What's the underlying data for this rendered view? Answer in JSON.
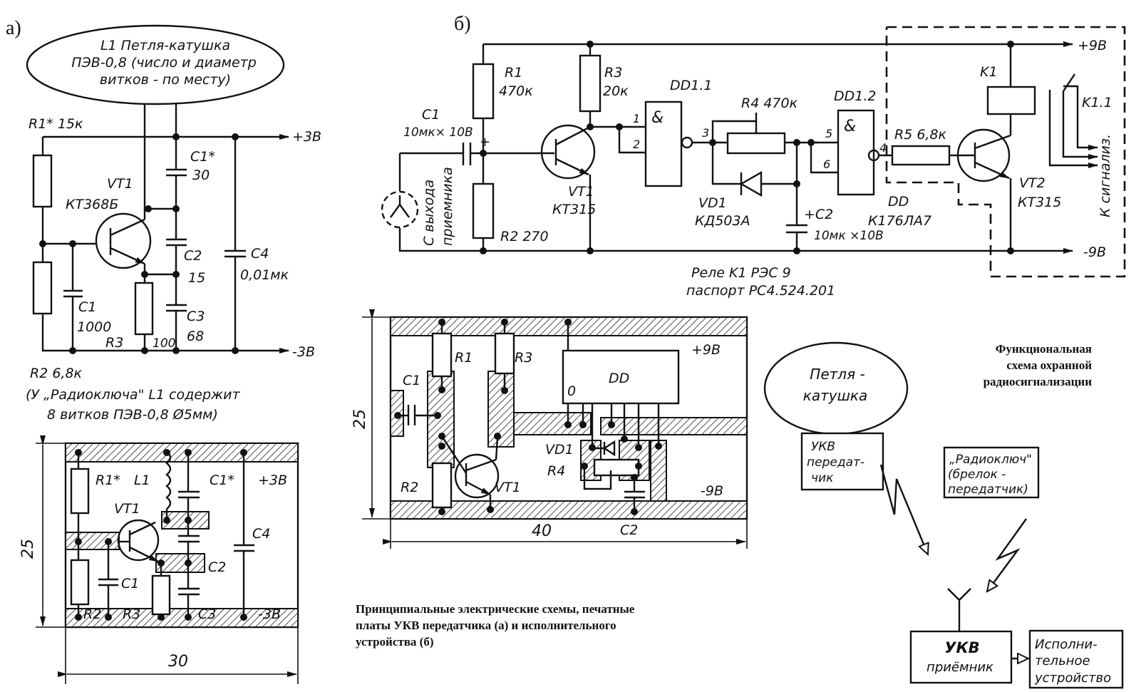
{
  "figure_a": {
    "label": "а)",
    "balloon": [
      "L1 Петля-катушка",
      "ПЭВ-0,8 (число и диаметр",
      "витков - по месту)"
    ],
    "r1": "R1* 15к",
    "vt1": [
      "VT1",
      "КТ368Б"
    ],
    "c1star": [
      "C1*",
      "30"
    ],
    "c2": [
      "C2",
      "15"
    ],
    "c3": [
      "C3",
      "68"
    ],
    "c4": [
      "C4",
      "0,01мк"
    ],
    "c1": [
      "C1",
      "1000"
    ],
    "r3": "R3",
    "r3_val": "100",
    "r2": "R2 6,8к",
    "plus": "+3В",
    "minus": "-3В",
    "note": [
      "(У „Радиоключа\" L1 содержит",
      "8 витков ПЭВ-0,8 Ø5мм)"
    ],
    "pcb": {
      "labels": [
        "R1*",
        "L1",
        "C1*",
        "+3В",
        "VT1",
        "C4",
        "C2",
        "C1",
        "R2",
        "R3",
        "C3",
        "-3В"
      ],
      "height_dim": "25",
      "width_dim": "30"
    }
  },
  "figure_b": {
    "label": "б)",
    "r1": [
      "R1",
      "470к"
    ],
    "r3": [
      "R3",
      "20к"
    ],
    "c1": [
      "C1",
      "10мк× 10В"
    ],
    "input_label": [
      "С выхода",
      "приемника"
    ],
    "vt1": [
      "VT1",
      "КТ315"
    ],
    "r2": "R2 270",
    "dd11": "DD1.1",
    "dd12": "DD1.2",
    "and_symbol": "&",
    "pins": [
      "1",
      "2",
      "3",
      "5",
      "6",
      "4"
    ],
    "r4": "R4 470к",
    "vd1": [
      "VD1",
      "КД503А"
    ],
    "c2": [
      "+C2",
      "10мк ×10В"
    ],
    "dd": [
      "DD",
      "К176ЛА7"
    ],
    "r5": "R5 6,8к",
    "k1": "K1",
    "k11": "K1.1",
    "vt2": [
      "VT2",
      "КТ315"
    ],
    "to_signal": "К сигнализ.",
    "plus": "+9В",
    "minus": "-9В",
    "relay_note": [
      "Реле K1  РЭС 9",
      "паспорт  РС4.524.201"
    ],
    "pcb": {
      "labels": [
        "R1",
        "R3",
        "+9В",
        "C1",
        "DD",
        "0",
        "VD1",
        "R4",
        "R2",
        "VT1",
        "-9В",
        "C2"
      ],
      "height_dim": "25",
      "width_dim": "40"
    }
  },
  "caption_main": [
    "Принципиальные электрические схемы, печатные",
    "платы УКВ передатчика (а) и  исполнительного",
    "устройства (б)"
  ],
  "functional": {
    "title": [
      "Функциональная",
      "схема охранной",
      "радиосигнализации"
    ],
    "loop": [
      "Петля -",
      "катушка"
    ],
    "transmitter": [
      "УКВ",
      "передат-",
      "чик"
    ],
    "radiokey": [
      "„Радиоключ\"",
      "(брелок -",
      "передатчик)"
    ],
    "receiver": [
      "УКВ",
      "приёмник"
    ],
    "actuator": [
      "Исполни-",
      "тельное",
      "устройство"
    ]
  }
}
